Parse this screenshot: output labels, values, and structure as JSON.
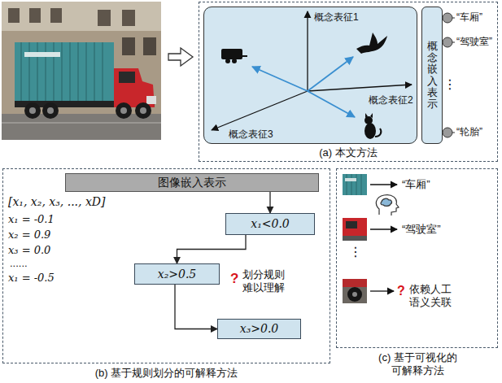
{
  "diagram": {
    "nodes": [
      {
        "text": [
          "(a) 本文方法"
        ]
      },
      {
        "text": [
          "概念表征1",
          "概念表征2",
          "概念表征3"
        ],
        "in": 0
      },
      {
        "text": [
          "概念嵌入表示"
        ],
        "in": 0
      },
      {
        "text": [
          "(b) 基于规则划分的可解释方法"
        ]
      },
      {
        "text": [
          "图像嵌入表示"
        ],
        "in": 3
      },
      {
        "text": [
          "x₁<0.0"
        ],
        "in": 3
      },
      {
        "text": [
          "x₂>0.5"
        ],
        "in": 3
      },
      {
        "text": [
          "x₃>0.0"
        ],
        "in": 3
      },
      {
        "text": [
          "(c) 基于可视化的 可解释方法"
        ]
      }
    ],
    "edges": [
      {
        "from": 4,
        "to": 5,
        "arrow": "to"
      },
      {
        "from": 5,
        "to": 6,
        "arrow": "to"
      },
      {
        "from": 6,
        "to": 7,
        "arrow": "to"
      }
    ],
    "labels": [
      "“车厢”",
      "“驾驶室”",
      "⋮",
      "“轮胎”",
      "[x₁, x₂, x₃, ..., xD]",
      "x₁ = -0.1",
      "x₂ = 0.9",
      "x₃ = 0.0",
      "......",
      "x₁ = -0.5",
      "?",
      "划分规则难以理解",
      "“车厢”",
      "“驾驶室”",
      "⋮",
      "?",
      "依赖人工语义关联"
    ]
  }
}
